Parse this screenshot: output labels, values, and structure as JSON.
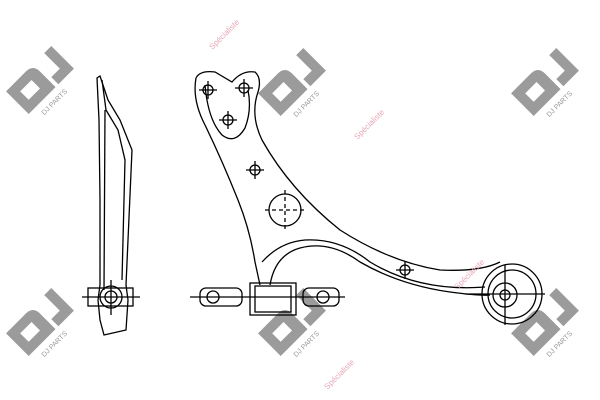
{
  "watermark": {
    "logo_text": "DJ",
    "brand_text": "DJ PARTS",
    "logo_color": "#8a8a8a",
    "text_color": "#e8a8b8",
    "tagline": "Spécialiste"
  },
  "drawing": {
    "line_color": "#000000",
    "views": [
      "side-view",
      "top-view"
    ]
  }
}
